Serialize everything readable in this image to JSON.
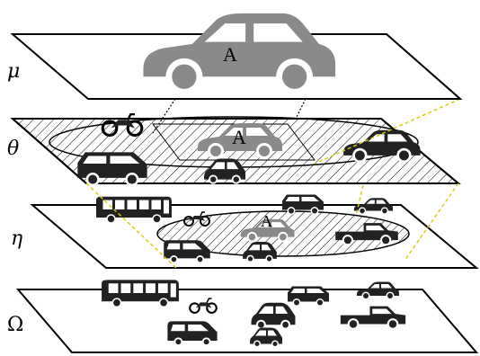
{
  "layers": {
    "mu": "μ",
    "theta": "θ",
    "eta": "η",
    "omega": "Ω"
  },
  "highlight_vehicle_label": "A",
  "icons": [
    "car-icon",
    "suv-icon",
    "bus-icon",
    "motorcycle-icon",
    "pickup-truck-icon",
    "van-icon"
  ],
  "colors": {
    "gray_vehicle": "#8a8a8a",
    "black_vehicle": "#222222",
    "dashed_connector": "#d8cc00"
  }
}
